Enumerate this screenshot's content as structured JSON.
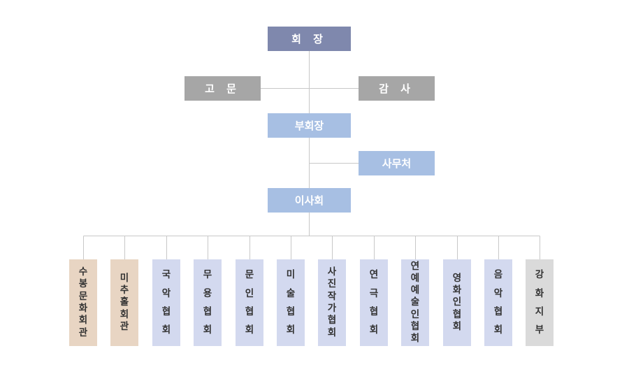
{
  "org_chart": {
    "president": "회 장",
    "advisor": "고 문",
    "auditor": "감 사",
    "vice_president": "부회장",
    "secretariat": "사무처",
    "board": "이사회",
    "members": [
      {
        "label": "수봉문화회관",
        "color": "tan",
        "spaced": false
      },
      {
        "label": "미추홀회관",
        "color": "tan",
        "spaced": false
      },
      {
        "label": "국악협회",
        "color": "lavender",
        "spaced": true
      },
      {
        "label": "무용협회",
        "color": "lavender",
        "spaced": true
      },
      {
        "label": "문인협회",
        "color": "lavender",
        "spaced": true
      },
      {
        "label": "미술협회",
        "color": "lavender",
        "spaced": true
      },
      {
        "label": "사진작가협회",
        "color": "lavender",
        "spaced": false
      },
      {
        "label": "연극협회",
        "color": "lavender",
        "spaced": true
      },
      {
        "label": "연예예술인협회",
        "color": "lavender",
        "spaced": false
      },
      {
        "label": "영화인협회",
        "color": "lavender",
        "spaced": false
      },
      {
        "label": "음악협회",
        "color": "lavender",
        "spaced": true
      },
      {
        "label": "강화지부",
        "color": "gray",
        "spaced": true
      }
    ]
  },
  "colors": {
    "president": "#7f88ad",
    "gray_box": "#a6a6a6",
    "blue_box": "#a7bfe3",
    "tan": "#e8d5c3",
    "lavender": "#d3d9ef",
    "gray": "#dadada",
    "line": "#c8c8c8"
  }
}
